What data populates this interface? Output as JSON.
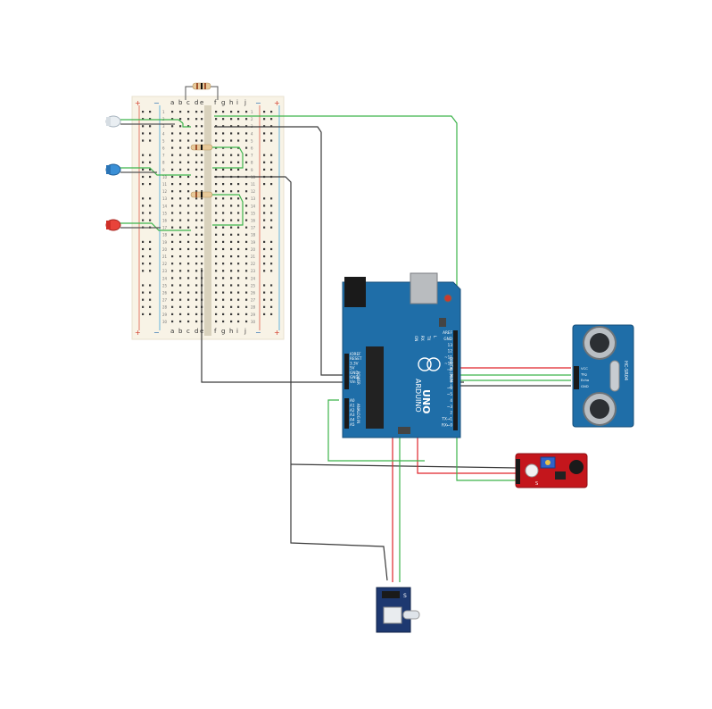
{
  "breadboard": {
    "columns_left": [
      "a",
      "b",
      "c",
      "d",
      "e"
    ],
    "columns_right": [
      "f",
      "g",
      "h",
      "i",
      "j"
    ],
    "rows": [
      "1",
      "2",
      "3",
      "4",
      "5",
      "6",
      "7",
      "8",
      "9",
      "10",
      "11",
      "12",
      "13",
      "14",
      "15",
      "16",
      "17",
      "18",
      "19",
      "20",
      "21",
      "22",
      "23",
      "24",
      "25",
      "26",
      "27",
      "28",
      "29",
      "30"
    ],
    "rail_plus": "+",
    "rail_minus": "−"
  },
  "arduino": {
    "model": "UNO",
    "brand": "ARDUINO",
    "power_labels": [
      "IOREF",
      "RESET",
      "3.3V",
      "5V",
      "GND",
      "GND",
      "Vin"
    ],
    "analog_labels": [
      "A0",
      "A1",
      "A2",
      "A3",
      "A4",
      "A5"
    ],
    "section_power": "POWER",
    "section_analog": "ANALOG IN",
    "section_digital": "DIGITAL (PWM ~)",
    "led_labels": [
      "L",
      "TX",
      "RX",
      "ON"
    ],
    "digital_labels": [
      "AREF",
      "GND",
      "13",
      "12",
      "~11",
      "~10",
      "~9",
      "8",
      "7",
      "~6",
      "~5",
      "4",
      "~3",
      "2",
      "TX→1",
      "RX←0"
    ]
  },
  "ultrasonic": {
    "model": "HC-SR04",
    "pins": [
      "VCC",
      "Trig",
      "Echo",
      "GND"
    ]
  },
  "sound_sensor": {
    "label": "S"
  },
  "ir_sensor": {
    "pin_label": "S"
  },
  "colors": {
    "wire_red": "#e0242b",
    "wire_green": "#3cb44b",
    "wire_black": "#3a3a3a",
    "board_blue": "#1f6ea8",
    "sensor_red": "#c4161c",
    "module_navy": "#1d3870",
    "breadboard_bg": "#f8f3e6"
  }
}
